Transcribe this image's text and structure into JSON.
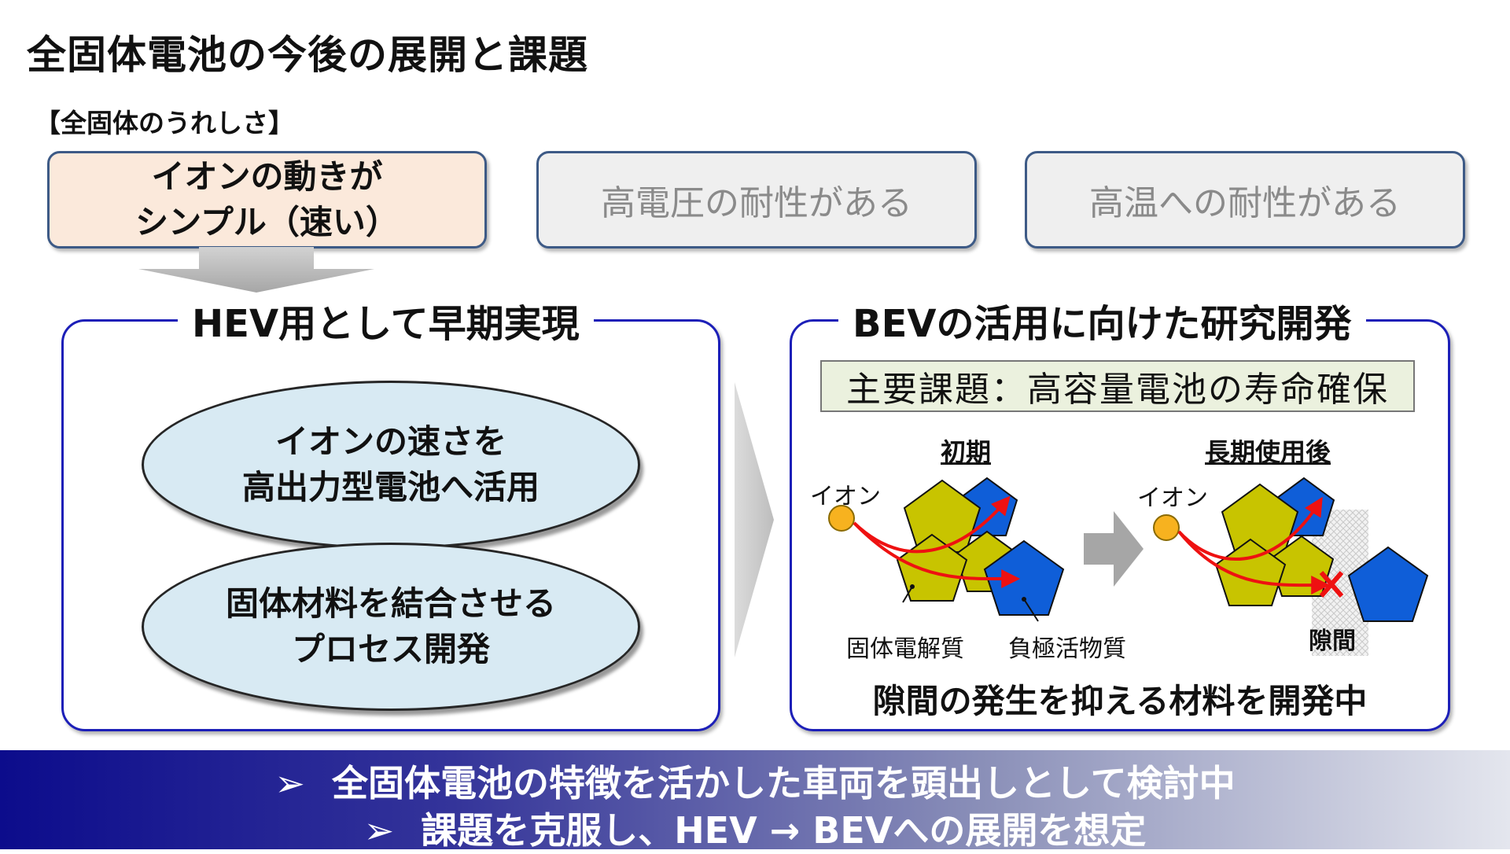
{
  "title": "全固体電池の今後の展開と課題",
  "section_label": "【全固体のうれしさ】",
  "merits": [
    {
      "lines": [
        "イオンの動きが",
        "シンプル（速い）"
      ]
    },
    {
      "lines": [
        "高電圧の耐性がある"
      ]
    },
    {
      "lines": [
        "高温への耐性がある"
      ]
    }
  ],
  "left_panel": {
    "heading": "HEV用として早期実現",
    "bubbles": [
      {
        "lines": [
          "イオンの速さを",
          "高出力型電池へ活用"
        ]
      },
      {
        "lines": [
          "固体材料を結合させる",
          "プロセス開発"
        ]
      }
    ]
  },
  "right_panel": {
    "heading": "BEVの活用に向けた研究開発",
    "main_issue": "主要課題：高容量電池の寿命確保",
    "initial_label": "初期",
    "after_label": "長期使用後",
    "ion_label": "イオン",
    "electrolyte_label": "固体電解質",
    "anode_label": "負極活物質",
    "gap_label": "隙間",
    "conclusion": "隙間の発生を抑える材料を開発中"
  },
  "bottom": {
    "bullet": "➢",
    "lines": [
      "全固体電池の特徴を活かした車両を頭出しとして検討中",
      "課題を克服し、HEV → BEVへの展開を想定"
    ]
  },
  "colors": {
    "panel_border": "#1c1fb8",
    "electrolyte": "#c8c400",
    "anode": "#0f5ed8",
    "ion": "#f7b21f",
    "ion_path": "#ee1111",
    "ellipse_fill": "#d8eaf3",
    "merit_highlight": "#fbe9db"
  }
}
